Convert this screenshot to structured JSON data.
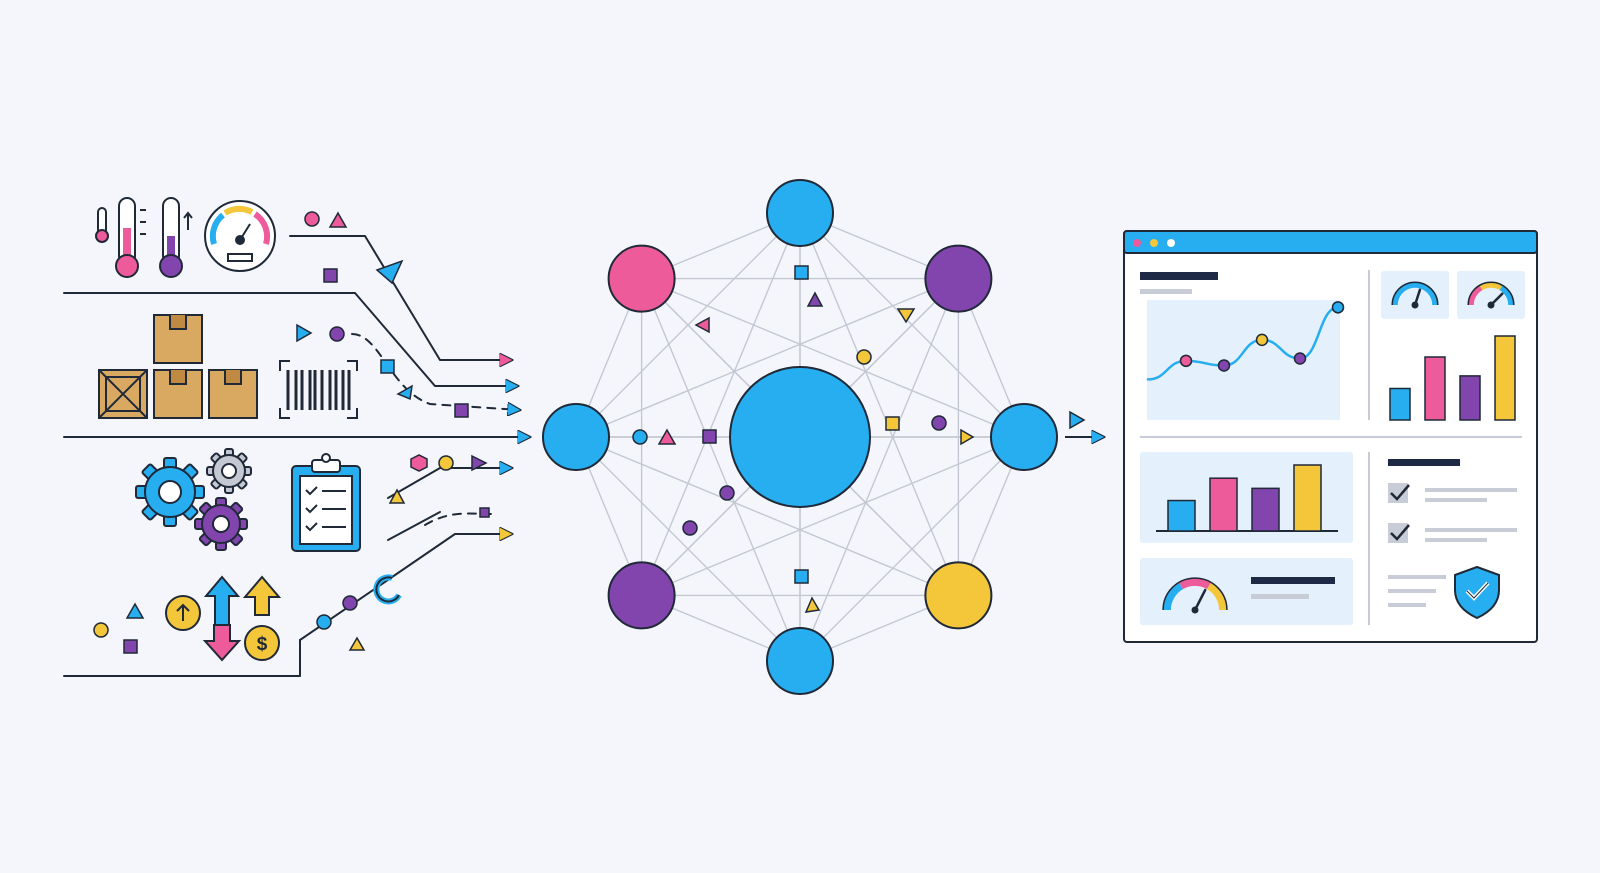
{
  "colors": {
    "background": "#f4f6fb",
    "outline": "#1f2937",
    "edge": "#c3c8d2",
    "blue": "#27aef0",
    "pink": "#ee5b9a",
    "purple": "#8244ad",
    "yellow": "#f4c73a",
    "cardboard": "#d9a861",
    "window_bar": "#27aef0",
    "panel_fill": "#e4f0fb",
    "text_bar": "#1e2a45",
    "muted_bar": "#c7ccd6"
  },
  "inputs": {
    "icons": [
      "thermometer-icon",
      "gauge-icon",
      "package-boxes-icon",
      "barcode-icon",
      "gears-icon",
      "clipboard-checklist-icon",
      "price-arrows-icon",
      "dollar-coin-icon"
    ]
  },
  "network": {
    "node_colors": [
      "blue",
      "purple",
      "blue",
      "yellow",
      "blue",
      "purple",
      "blue",
      "pink"
    ],
    "hub_color": "blue"
  },
  "dashboard": {
    "window_dots": [
      "#ee5b9a",
      "#f4c73a",
      "#ffffff"
    ],
    "line_chart": {
      "values": [
        1.4,
        2.2,
        2.0,
        3.1,
        2.3,
        4.5
      ],
      "marker_colors": [
        "",
        "pink",
        "purple",
        "yellow",
        "purple",
        "blue"
      ]
    },
    "top_bar_chart": {
      "values": [
        3,
        6,
        4.2,
        8
      ],
      "colors": [
        "blue",
        "pink",
        "purple",
        "yellow"
      ]
    },
    "bottom_bar_chart": {
      "values": [
        3,
        5.2,
        4.2,
        6.5
      ],
      "colors": [
        "blue",
        "pink",
        "purple",
        "yellow"
      ]
    },
    "gauges": {
      "top_left_level": 0.6,
      "top_right_level": 0.75,
      "bottom_level": 0.65
    },
    "checklist": {
      "checked_items": 2
    },
    "icons": [
      "shield-check-icon",
      "checkbox-icon"
    ]
  }
}
